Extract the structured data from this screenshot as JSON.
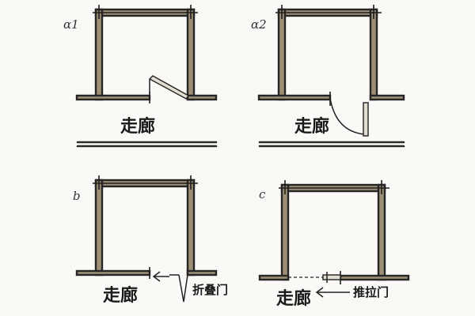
{
  "panels": {
    "a1": {
      "tag": "α1",
      "corridor_label": "走廊"
    },
    "a2": {
      "tag": "α2",
      "corridor_label": "走廊"
    },
    "b": {
      "tag": "b",
      "corridor_label": "走廊",
      "door_label": "折叠门"
    },
    "c": {
      "tag": "c",
      "corridor_label": "走廊",
      "door_label": "推拉门"
    }
  },
  "colors": {
    "wall_fill": "#9c8f75",
    "outline": "#262626",
    "background": "#fbf9f5"
  }
}
